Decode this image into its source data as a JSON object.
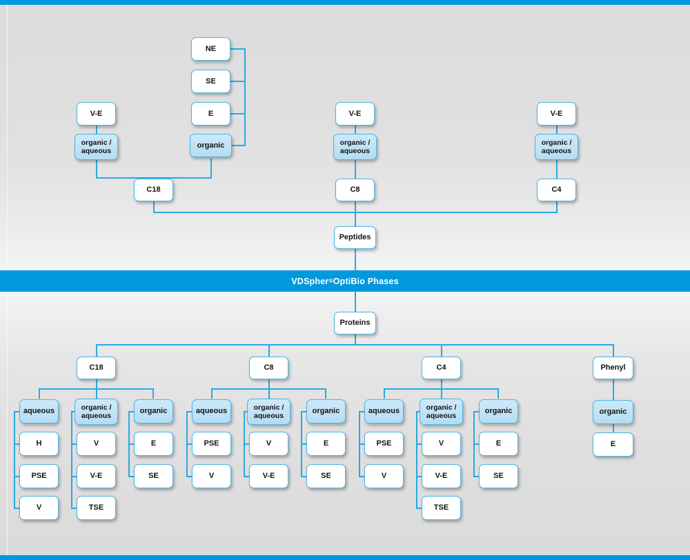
{
  "banner": {
    "brand": "VDSpher",
    "registered": "®",
    "rest": " OptiBio Phases",
    "color": "#0099dd"
  },
  "theme": {
    "accent": "#0099dd",
    "line": "#29a9e0",
    "node_border": "#4ab4e6",
    "node_fill": "#ffffff",
    "node_fill_highlight": "#bfe2f5",
    "background": "#e2e2e2",
    "text": "#121212"
  },
  "diagram": {
    "type": "tree",
    "title": "VDSpher OptiBio Phases selection chart",
    "roots": [
      "Peptides",
      "Proteins"
    ]
  },
  "peptides": {
    "root_label": "Peptides",
    "columns": [
      {
        "phase": "C18",
        "modes": [
          {
            "label_line1": "organic /",
            "label_line2": "aqueous",
            "highlight": true,
            "children": [
              "V-E"
            ],
            "children_above": true
          },
          {
            "label_line1": "organic",
            "label_line2": "",
            "highlight": true,
            "children": [
              "NE",
              "SE",
              "E"
            ],
            "children_above": true
          }
        ]
      },
      {
        "phase": "C8",
        "modes": [
          {
            "label_line1": "organic /",
            "label_line2": "aqueous",
            "highlight": true,
            "children": [
              "V-E"
            ],
            "children_above": true
          }
        ]
      },
      {
        "phase": "C4",
        "modes": [
          {
            "label_line1": "organic /",
            "label_line2": "aqueous",
            "highlight": true,
            "children": [
              "V-E"
            ],
            "children_above": true
          }
        ]
      }
    ]
  },
  "proteins": {
    "root_label": "Proteins",
    "columns": [
      {
        "phase": "C18",
        "modes": [
          {
            "label_line1": "aqueous",
            "label_line2": "",
            "highlight": true,
            "children": [
              "H",
              "PSE",
              "V"
            ]
          },
          {
            "label_line1": "organic /",
            "label_line2": "aqueous",
            "highlight": true,
            "children": [
              "V",
              "V-E",
              "TSE"
            ]
          },
          {
            "label_line1": "organic",
            "label_line2": "",
            "highlight": true,
            "children": [
              "E",
              "SE"
            ]
          }
        ]
      },
      {
        "phase": "C8",
        "modes": [
          {
            "label_line1": "aqueous",
            "label_line2": "",
            "highlight": true,
            "children": [
              "PSE",
              "V"
            ]
          },
          {
            "label_line1": "organic /",
            "label_line2": "aqueous",
            "highlight": true,
            "children": [
              "V",
              "V-E"
            ]
          },
          {
            "label_line1": "organic",
            "label_line2": "",
            "highlight": true,
            "children": [
              "E",
              "SE"
            ]
          }
        ]
      },
      {
        "phase": "C4",
        "modes": [
          {
            "label_line1": "aqueous",
            "label_line2": "",
            "highlight": true,
            "children": [
              "PSE",
              "V"
            ]
          },
          {
            "label_line1": "organic /",
            "label_line2": "aqueous",
            "highlight": true,
            "children": [
              "V",
              "V-E",
              "TSE"
            ]
          },
          {
            "label_line1": "organic",
            "label_line2": "",
            "highlight": true,
            "children": [
              "E",
              "SE"
            ]
          }
        ]
      },
      {
        "phase": "Phenyl",
        "modes": [
          {
            "label_line1": "organic",
            "label_line2": "",
            "highlight": true,
            "children": [
              "E"
            ]
          }
        ]
      }
    ]
  },
  "nodes": {
    "p_c18_ve": "V-E",
    "p_c18_oa_1": "organic /",
    "p_c18_oa_2": "aqueous",
    "p_ne": "NE",
    "p_se": "SE",
    "p_e": "E",
    "p_org": "organic",
    "p_c18": "C18",
    "p_c8_ve": "V-E",
    "p_c8_oa_1": "organic /",
    "p_c8_oa_2": "aqueous",
    "p_c8": "C8",
    "p_c4_ve": "V-E",
    "p_c4_oa_1": "organic /",
    "p_c4_oa_2": "aqueous",
    "p_c4": "C4",
    "peptides": "Peptides",
    "proteins": "Proteins",
    "r_c18": "C18",
    "r_c18_aq": "aqueous",
    "r_c18_aq_1": "H",
    "r_c18_aq_2": "PSE",
    "r_c18_aq_3": "V",
    "r_c18_oa_1": "organic /",
    "r_c18_oa_2": "aqueous",
    "r_c18_oa_c1": "V",
    "r_c18_oa_c2": "V-E",
    "r_c18_oa_c3": "TSE",
    "r_c18_org": "organic",
    "r_c18_org_c1": "E",
    "r_c18_org_c2": "SE",
    "r_c8": "C8",
    "r_c8_aq": "aqueous",
    "r_c8_aq_1": "PSE",
    "r_c8_aq_2": "V",
    "r_c8_oa_1": "organic /",
    "r_c8_oa_2": "aqueous",
    "r_c8_oa_c1": "V",
    "r_c8_oa_c2": "V-E",
    "r_c8_org": "organic",
    "r_c8_org_c1": "E",
    "r_c8_org_c2": "SE",
    "r_c4": "C4",
    "r_c4_aq": "aqueous",
    "r_c4_aq_1": "PSE",
    "r_c4_aq_2": "V",
    "r_c4_oa_1": "organic /",
    "r_c4_oa_2": "aqueous",
    "r_c4_oa_c1": "V",
    "r_c4_oa_c2": "V-E",
    "r_c4_oa_c3": "TSE",
    "r_c4_org": "organic",
    "r_c4_org_c1": "E",
    "r_c4_org_c2": "SE",
    "r_ph": "Phenyl",
    "r_ph_org": "organic",
    "r_ph_org_c1": "E"
  }
}
